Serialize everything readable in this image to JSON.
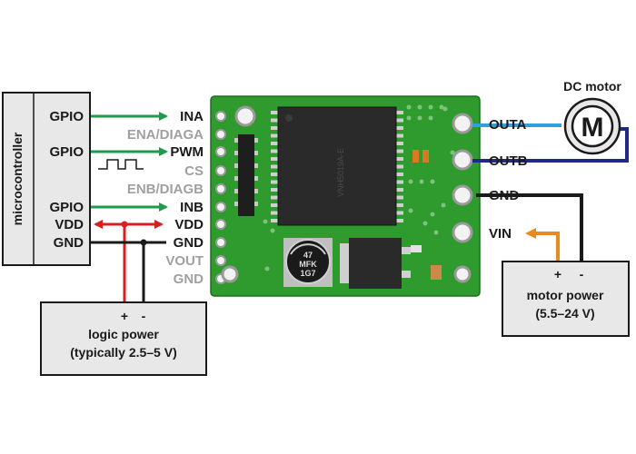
{
  "microcontroller": {
    "title": "microcontroller",
    "pins": [
      "GPIO",
      "GPIO",
      "GPIO",
      "VDD",
      "GND"
    ]
  },
  "board_pins_left": [
    {
      "label": "INA",
      "active": true
    },
    {
      "label": "ENA/DIAGA",
      "active": false
    },
    {
      "label": "PWM",
      "active": true
    },
    {
      "label": "CS",
      "active": false
    },
    {
      "label": "ENB/DIAGB",
      "active": false
    },
    {
      "label": "INB",
      "active": true
    },
    {
      "label": "VDD",
      "active": true
    },
    {
      "label": "GND",
      "active": true
    },
    {
      "label": "VOUT",
      "active": false
    },
    {
      "label": "GND",
      "active": false
    }
  ],
  "board_pins_right": [
    "OUTA",
    "OUTB",
    "GND",
    "VIN"
  ],
  "motor": {
    "title": "DC motor",
    "symbol": "M"
  },
  "logic_power": {
    "polarity_plus": "+",
    "polarity_minus": "-",
    "line1": "logic power",
    "line2": "(typically 2.5–5 V)"
  },
  "motor_power": {
    "polarity_plus": "+",
    "polarity_minus": "-",
    "line1": "motor power",
    "line2": "(5.5–24 V)"
  },
  "chip_markings": {
    "capacitor": "47\nMFK\n1G7"
  },
  "colors": {
    "signal": "#1e9a4a",
    "power_positive": "#d42020",
    "ground": "#1a1a1a",
    "outa_wire": "#2f9fe0",
    "outb_wire": "#1f2a80",
    "vin_wire": "#e88a1e",
    "pcb": "#2f9a2e",
    "box_fill": "#e8e8e8"
  }
}
